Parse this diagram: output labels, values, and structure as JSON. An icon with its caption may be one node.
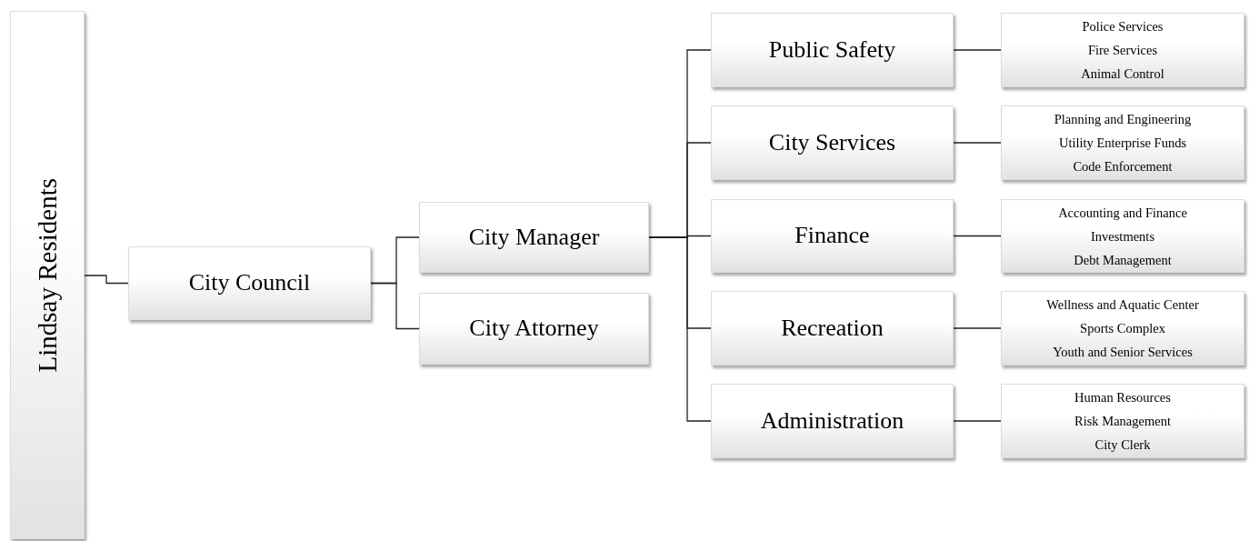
{
  "diagram": {
    "nodes": [
      {
        "text": [
          "Lindsay Residents"
        ]
      },
      {
        "text": [
          "City Council"
        ]
      },
      {
        "text": [
          "City Manager"
        ]
      },
      {
        "text": [
          "City Attorney"
        ]
      },
      {
        "text": [
          "Public Safety"
        ]
      },
      {
        "text": [
          "City Services"
        ]
      },
      {
        "text": [
          "Finance"
        ]
      },
      {
        "text": [
          "Recreation"
        ]
      },
      {
        "text": [
          "Administration"
        ]
      },
      {
        "text": [
          "Police Services",
          "Fire Services",
          "Animal Control"
        ]
      },
      {
        "text": [
          "Planning and Engineering",
          "Utility Enterprise Funds",
          "Code Enforcement"
        ]
      },
      {
        "text": [
          "Accounting and Finance",
          "Investments",
          "Debt Management"
        ]
      },
      {
        "text": [
          "Wellness and Aquatic Center",
          "Sports Complex",
          "Youth and Senior Services"
        ]
      },
      {
        "text": [
          "Human Resources",
          "Risk Management",
          "City Clerk"
        ]
      }
    ],
    "edges": [
      {
        "from": 0,
        "to": 1,
        "arrow": "none"
      },
      {
        "from": 1,
        "to": 2,
        "arrow": "none"
      },
      {
        "from": 1,
        "to": 3,
        "arrow": "none"
      },
      {
        "from": 2,
        "to": 4,
        "arrow": "none"
      },
      {
        "from": 2,
        "to": 5,
        "arrow": "none"
      },
      {
        "from": 2,
        "to": 6,
        "arrow": "none"
      },
      {
        "from": 2,
        "to": 7,
        "arrow": "none"
      },
      {
        "from": 2,
        "to": 8,
        "arrow": "none"
      },
      {
        "from": 4,
        "to": 9,
        "arrow": "none"
      },
      {
        "from": 5,
        "to": 10,
        "arrow": "none"
      },
      {
        "from": 6,
        "to": 11,
        "arrow": "none"
      },
      {
        "from": 7,
        "to": 12,
        "arrow": "none"
      },
      {
        "from": 8,
        "to": 13,
        "arrow": "none"
      }
    ]
  }
}
